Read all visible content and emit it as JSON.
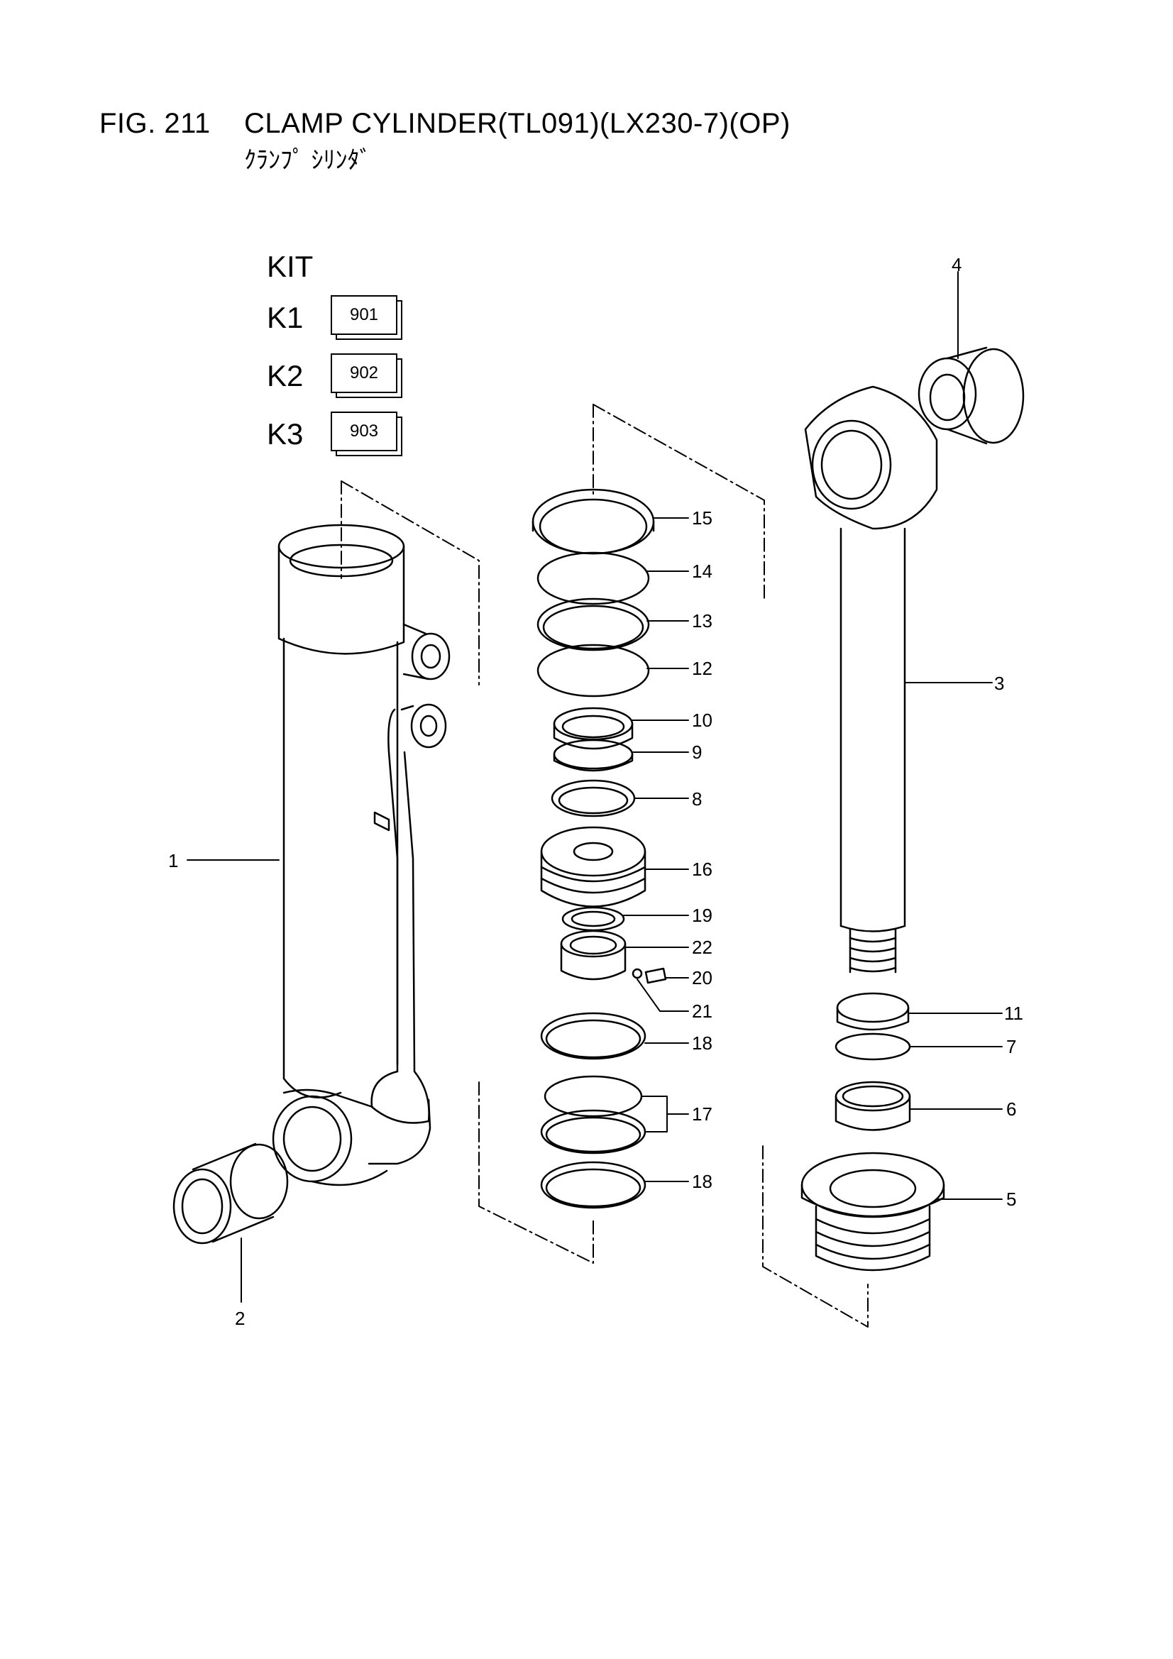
{
  "figure": {
    "number": "FIG. 211",
    "title": "CLAMP CYLINDER(TL091)(LX230-7)(OP)",
    "subtitle": "ｸﾗﾝﾌﾟ ｼﾘﾝﾀﾞ"
  },
  "kit": {
    "heading": "KIT",
    "rows": [
      {
        "label": "K1",
        "code": "901"
      },
      {
        "label": "K2",
        "code": "902"
      },
      {
        "label": "K3",
        "code": "903"
      }
    ]
  },
  "callouts": {
    "p1": "1",
    "p2": "2",
    "p3": "3",
    "p4": "4",
    "p5": "5",
    "p6": "6",
    "p7": "7",
    "p8": "8",
    "p9": "9",
    "p10": "10",
    "p11": "11",
    "p12": "12",
    "p13": "13",
    "p14": "14",
    "p15": "15",
    "p16": "16",
    "p17": "17",
    "p18a": "18",
    "p18b": "18",
    "p19": "19",
    "p20": "20",
    "p21": "21",
    "p22": "22"
  }
}
